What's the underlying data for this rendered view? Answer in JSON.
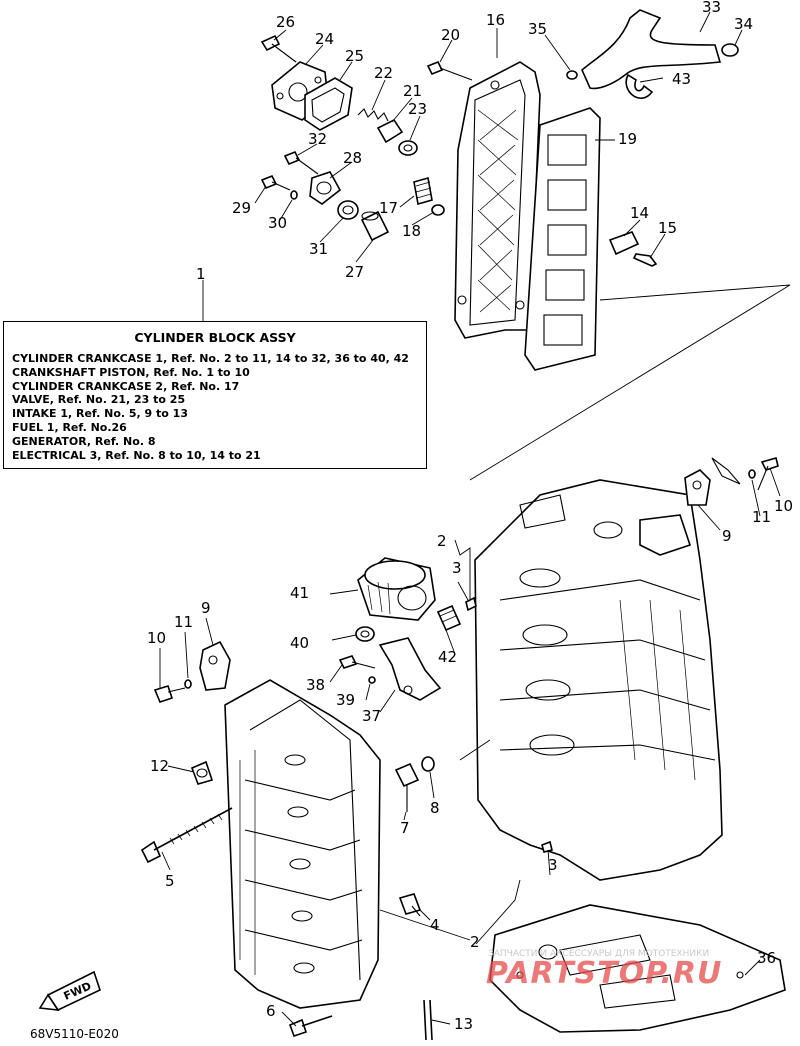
{
  "legend": {
    "title": "CYLINDER BLOCK ASSY",
    "lines": [
      "CYLINDER CRANKCASE 1, Ref. No. 2 to 11, 14 to 32, 36 to 40, 42",
      "CRANKSHAFT PISTON,  Ref. No. 1 to 10",
      "CYLINDER CRANKCASE 2,  Ref. No. 17",
      "VALVE,  Ref. No. 21, 23 to 25",
      "INTAKE 1,  Ref. No. 5, 9 to 13",
      "FUEL 1,   Ref. No.26",
      "GENERATOR,   Ref. No. 8",
      "ELECTRICAL 3,  Ref. No. 8 to 10, 14 to 21"
    ]
  },
  "callouts": {
    "n1": "1",
    "n2a": "2",
    "n2b": "2",
    "n3a": "3",
    "n3b": "3",
    "n4": "4",
    "n5": "5",
    "n6": "6",
    "n7": "7",
    "n8": "8",
    "n9a": "9",
    "n9b": "9",
    "n10a": "10",
    "n10b": "10",
    "n11a": "11",
    "n11b": "11",
    "n12": "12",
    "n13": "13",
    "n14": "14",
    "n15": "15",
    "n16": "16",
    "n17": "17",
    "n18": "18",
    "n19": "19",
    "n20": "20",
    "n21": "21",
    "n22": "22",
    "n23": "23",
    "n24": "24",
    "n25": "25",
    "n26": "26",
    "n27": "27",
    "n28": "28",
    "n29": "29",
    "n30": "30",
    "n31": "31",
    "n32": "32",
    "n33": "33",
    "n34": "34",
    "n35": "35",
    "n36": "36",
    "n37": "37",
    "n38": "38",
    "n39": "39",
    "n40": "40",
    "n41": "41",
    "n42": "42",
    "n43": "43"
  },
  "fwd_label": "FWD",
  "diagram_code": "68V5110-E020",
  "watermark": {
    "brand": "PARTSTOP.RU",
    "tagline": "ЗАПЧАСТИ И АКСЕССУАРЫ ДЛЯ МОТОТЕХНИКИ"
  }
}
